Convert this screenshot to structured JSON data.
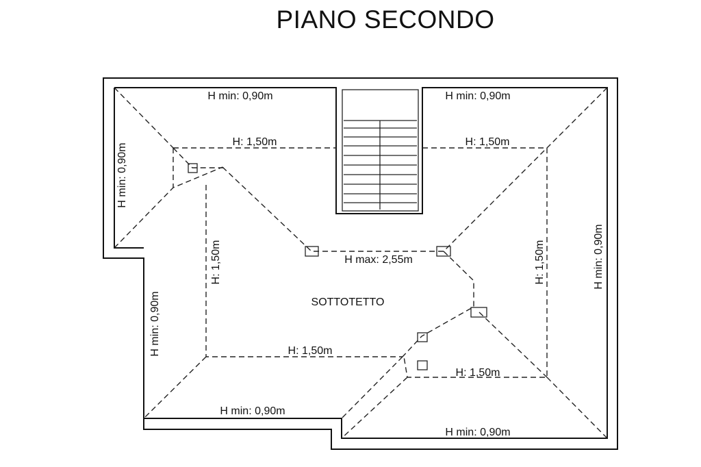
{
  "title": "PIANO SECONDO",
  "room_label": "SOTTOTETTO",
  "labels": {
    "top_left": "H min: 0,90m",
    "top_right": "H min: 0,90m",
    "h150_top_left": "H: 1,50m",
    "h150_top_right": "H: 1,50m",
    "left_vertical": "H min: 0,90m",
    "inner_left_vertical": "H: 1,50m",
    "h_max": "H max: 2,55m",
    "inner_right_vertical": "H: 1,50m",
    "right_vertical": "H min: 0,90m",
    "lower_left_vertical": "H min: 0,90m",
    "h150_bottom_mid": "H: 1,50m",
    "h150_bottom_right": "H: 1,50m",
    "bottom_left": "H min: 0,90m",
    "bottom_right": "H min: 0,90m"
  }
}
